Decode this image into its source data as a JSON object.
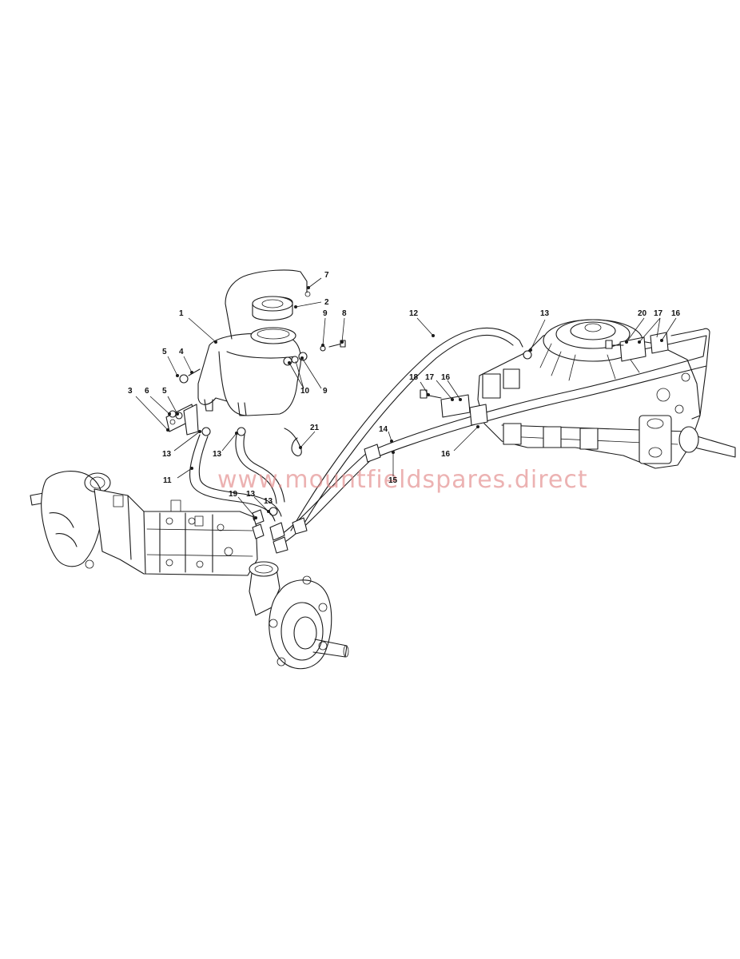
{
  "diagram": {
    "watermark": "www.mountfieldspares.direct",
    "callouts": [
      "1",
      "2",
      "3",
      "4",
      "5",
      "5",
      "6",
      "7",
      "8",
      "9",
      "9",
      "10",
      "11",
      "12",
      "13",
      "13",
      "13",
      "13",
      "13",
      "14",
      "15",
      "16",
      "16",
      "16",
      "17",
      "17",
      "18",
      "19",
      "20",
      "21"
    ]
  }
}
